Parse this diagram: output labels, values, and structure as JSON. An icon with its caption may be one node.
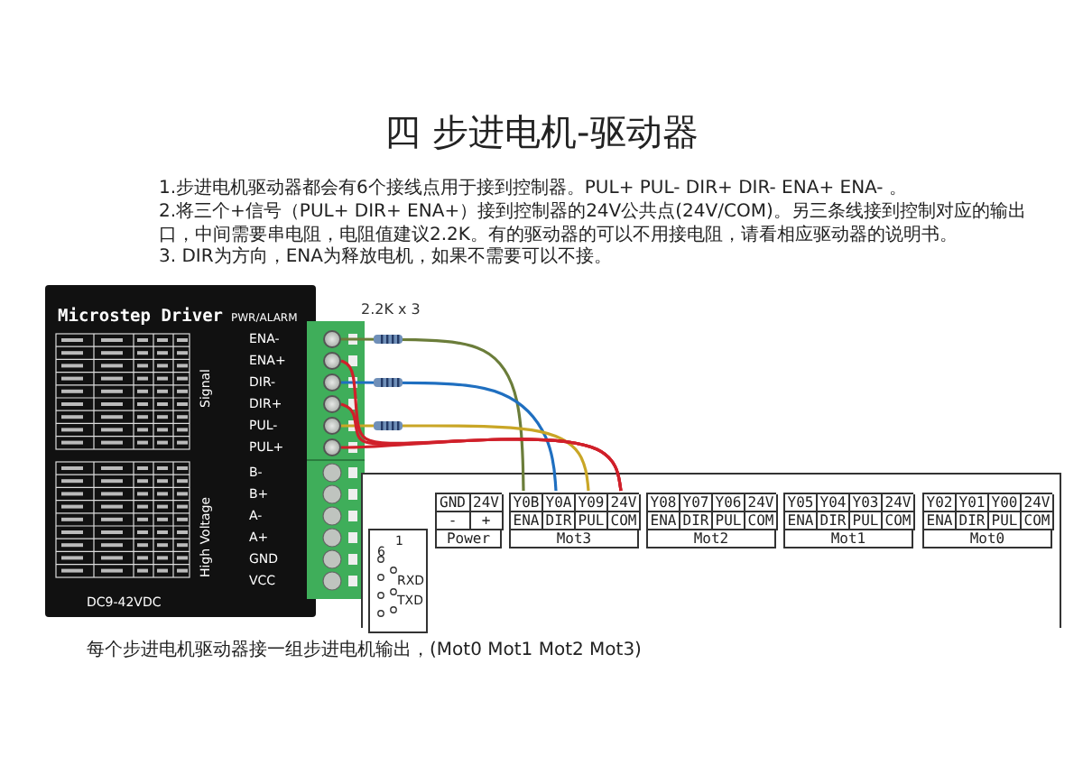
{
  "diagram": {
    "title": "四 步进电机-驱动器",
    "caption": "每个步进电机驱动器接一组步进电机输出，(Mot0 Mot1 Mot2 Mot3)",
    "nodes": [
      {
        "text": [],
        "shape": "circle",
        "beside": [
          "ENA-"
        ]
      },
      {
        "text": [],
        "shape": "circle",
        "beside": [
          "ENA+"
        ]
      },
      {
        "text": [],
        "shape": "circle",
        "beside": [
          "DIR-"
        ]
      },
      {
        "text": [],
        "shape": "circle",
        "beside": [
          "DIR+"
        ]
      },
      {
        "text": [],
        "shape": "circle",
        "beside": [
          "PUL-"
        ]
      },
      {
        "text": [],
        "shape": "circle",
        "beside": [
          "PUL+"
        ]
      },
      {
        "text": [],
        "shape": "box"
      },
      {
        "text": [
          "Power"
        ],
        "in": 6
      },
      {
        "text": [
          "GND",
          "-"
        ],
        "in": 7
      },
      {
        "text": [
          "24V",
          "+"
        ],
        "in": 7
      },
      {
        "text": [
          "Mot3"
        ],
        "in": 6
      },
      {
        "text": [
          "Y0B",
          "ENA"
        ],
        "in": 10
      },
      {
        "text": [
          "Y0A",
          "DIR"
        ],
        "in": 10
      },
      {
        "text": [
          "Y09",
          "PUL"
        ],
        "in": 10
      },
      {
        "text": [
          "24V",
          "COM"
        ],
        "in": 10
      },
      {
        "text": [
          "Mot2"
        ],
        "in": 6
      },
      {
        "text": [
          "Y08",
          "ENA"
        ],
        "in": 15
      },
      {
        "text": [
          "Y07",
          "DIR"
        ],
        "in": 15
      },
      {
        "text": [
          "Y06",
          "PUL"
        ],
        "in": 15
      },
      {
        "text": [
          "24V",
          "COM"
        ],
        "in": 15
      },
      {
        "text": [
          "Mot1"
        ],
        "in": 6
      },
      {
        "text": [
          "Y05",
          "ENA"
        ],
        "in": 20
      },
      {
        "text": [
          "Y04",
          "DIR"
        ],
        "in": 20
      },
      {
        "text": [
          "Y03",
          "PUL"
        ],
        "in": 20
      },
      {
        "text": [
          "24V",
          "COM"
        ],
        "in": 20
      },
      {
        "text": [
          "Mot0"
        ],
        "in": 6
      },
      {
        "text": [
          "Y02",
          "ENA"
        ],
        "in": 25
      },
      {
        "text": [
          "Y01",
          "DIR"
        ],
        "in": 25
      },
      {
        "text": [
          "Y00",
          "PUL"
        ],
        "in": 25
      },
      {
        "text": [
          "24V",
          "COM"
        ],
        "in": 25
      },
      {
        "text": [
          "6",
          "1",
          "RXD",
          "TXD"
        ],
        "in": 6
      }
    ],
    "edges": [
      {
        "from": 0,
        "to": 11,
        "arrow": "none",
        "color": "#6b7d3a"
      },
      {
        "from": 2,
        "to": 12,
        "arrow": "none",
        "color": "#1f6fc0"
      },
      {
        "from": 4,
        "to": 13,
        "arrow": "none",
        "color": "#c9a626"
      },
      {
        "from": 1,
        "to": 14,
        "arrow": "none",
        "color": "#d0202a"
      },
      {
        "from": 3,
        "to": 14,
        "arrow": "none",
        "color": "#d0202a"
      },
      {
        "from": 5,
        "to": 14,
        "arrow": "none",
        "color": "#d0202a"
      }
    ],
    "labels": [
      "1.步进电机驱动器都会有6个接线点用于接到控制器。PUL+ PUL- DIR+ DIR- ENA+ ENA- 。",
      "2.将三个+信号（PUL+ DIR+ ENA+）接到控制器的24V公共点(24V/COM)。另三条线接到控制对应的输出口，中间需要串电阻，电阻值建议2.2K。有的驱动器的可以不用接电阻，请看相应驱动器的说明书。",
      "3. DIR为方向，ENA为释放电机，如果不需要可以不接。",
      "2.2K x 3",
      "Microstep Driver",
      "PWR/ALARM",
      "Signal",
      "High Voltage",
      "B-",
      "B+",
      "A-",
      "A+",
      "GND",
      "VCC",
      "DC9-42VDC"
    ]
  }
}
